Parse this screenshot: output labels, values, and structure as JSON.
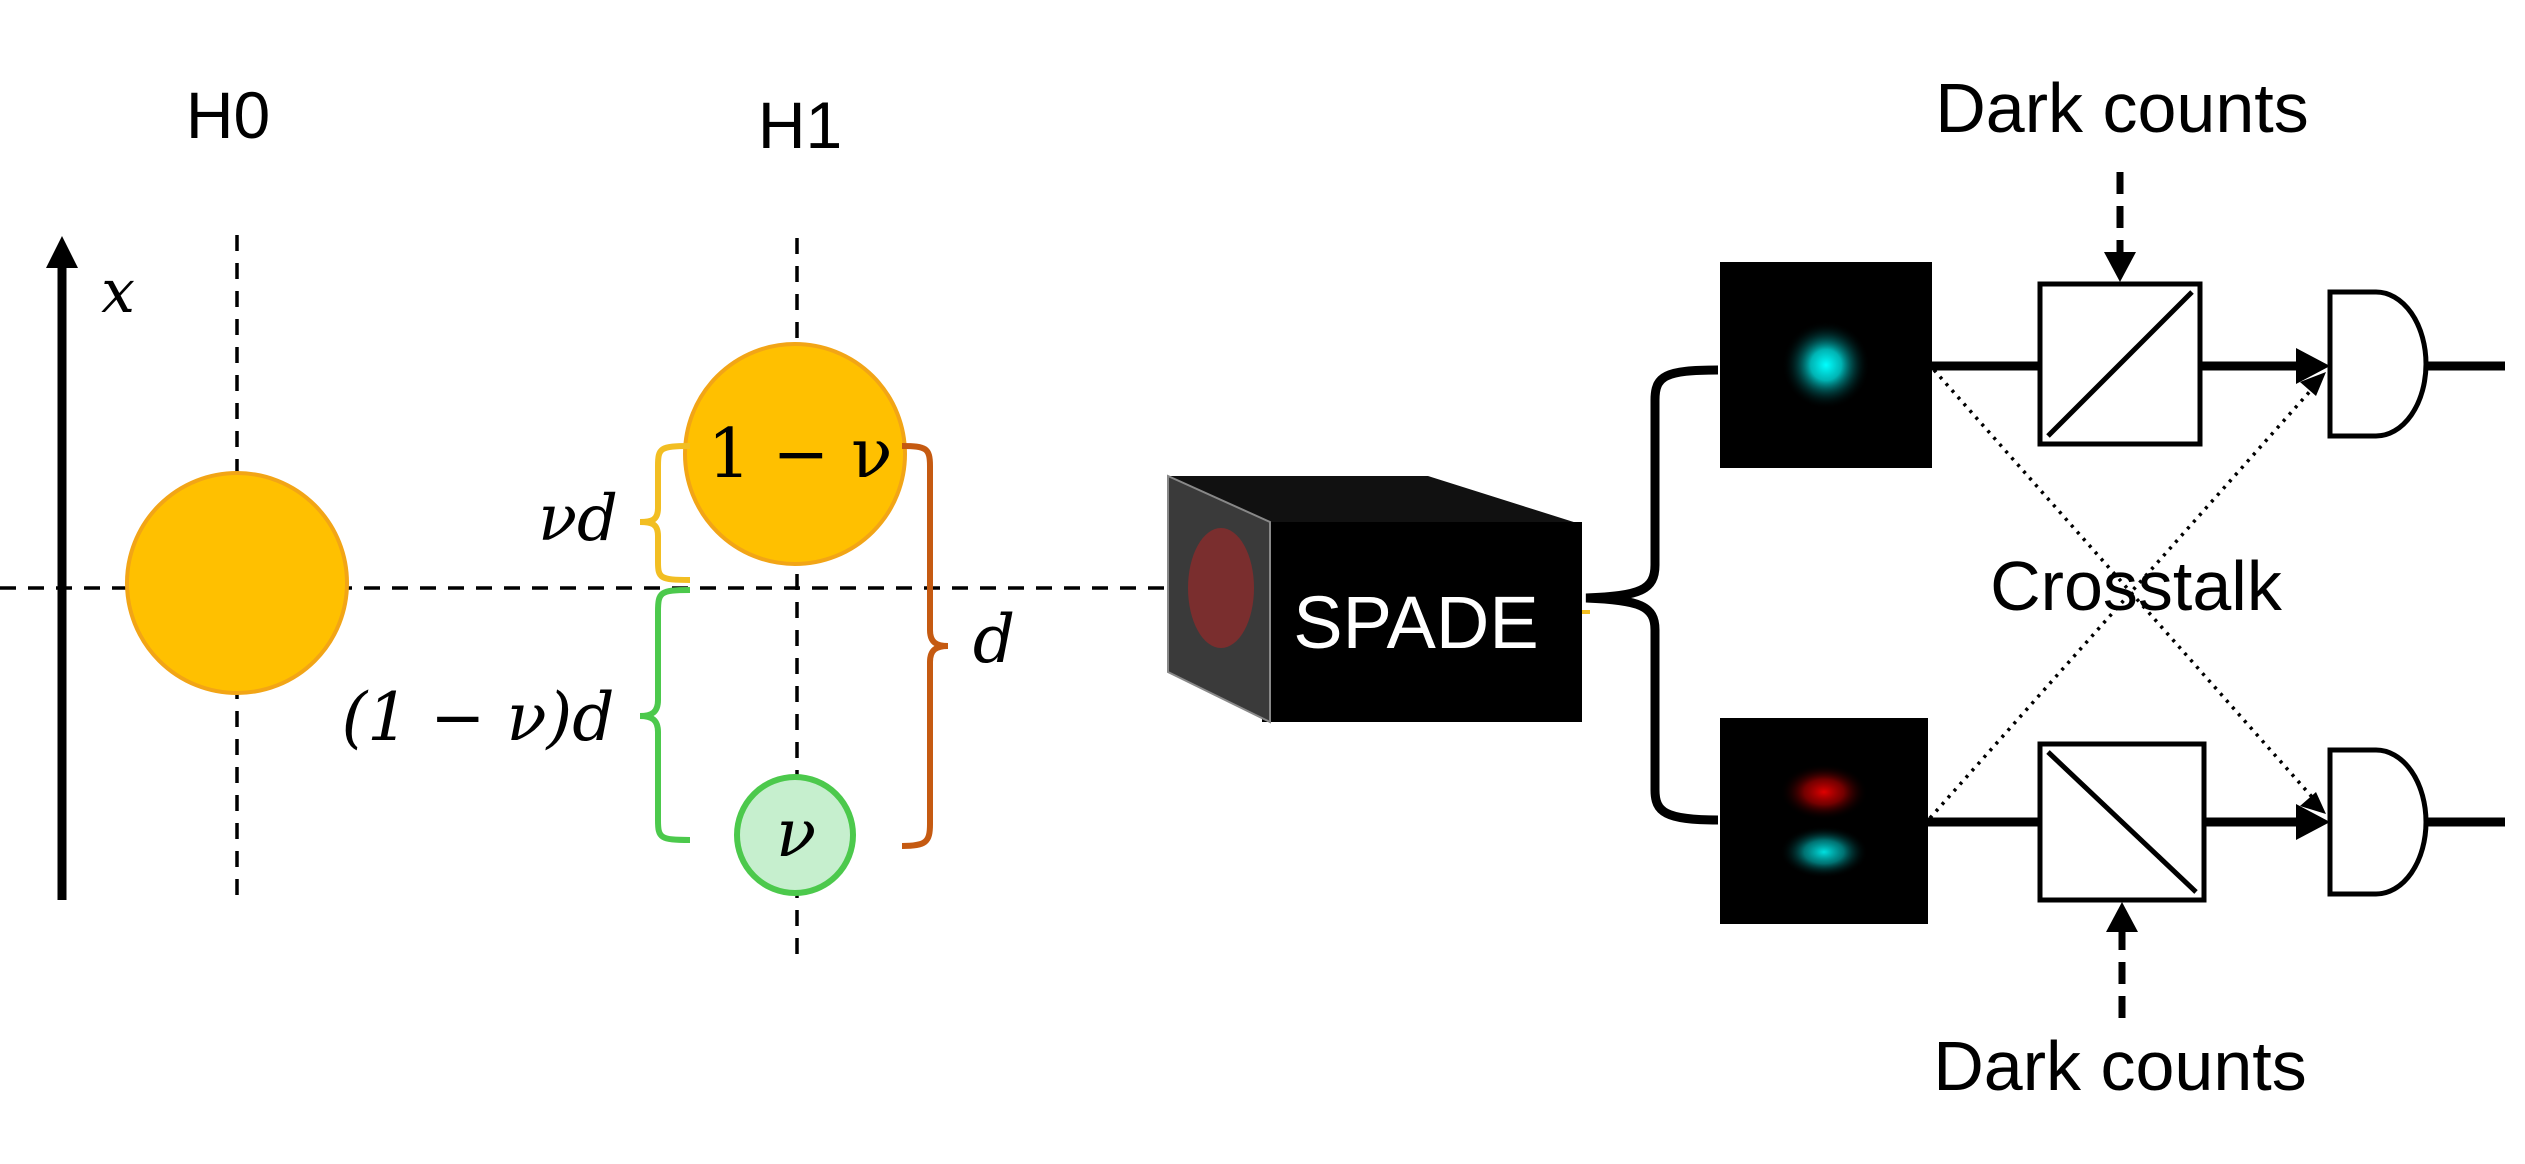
{
  "hypotheses": {
    "h0": "H0",
    "h1": "H1"
  },
  "axis": {
    "label": "x"
  },
  "sources": {
    "bright_label": "1 − ν",
    "weak_label": "ν"
  },
  "separations": {
    "nu_d": "νd",
    "one_minus_nu_d": "(1 − ν)d",
    "d": "d"
  },
  "device": {
    "name": "SPADE"
  },
  "detection": {
    "dark_counts_top": "Dark counts",
    "dark_counts_bottom": "Dark counts",
    "crosstalk": "Crosstalk"
  },
  "colors": {
    "source_fill": "#FFC000",
    "source_stroke": "#F2A516",
    "weak_fill": "#C6EFCE",
    "weak_stroke": "#4CC94C",
    "brace_nu_d": "#F2BE22",
    "brace_one_minus": "#4CC94C",
    "brace_d": "#C55A11",
    "mode_cyan": "#00E5E5",
    "mode_red": "#C00000",
    "device_body": "#000000",
    "device_face": "#3A3A3A",
    "device_aperture": "#7A2E2E"
  }
}
